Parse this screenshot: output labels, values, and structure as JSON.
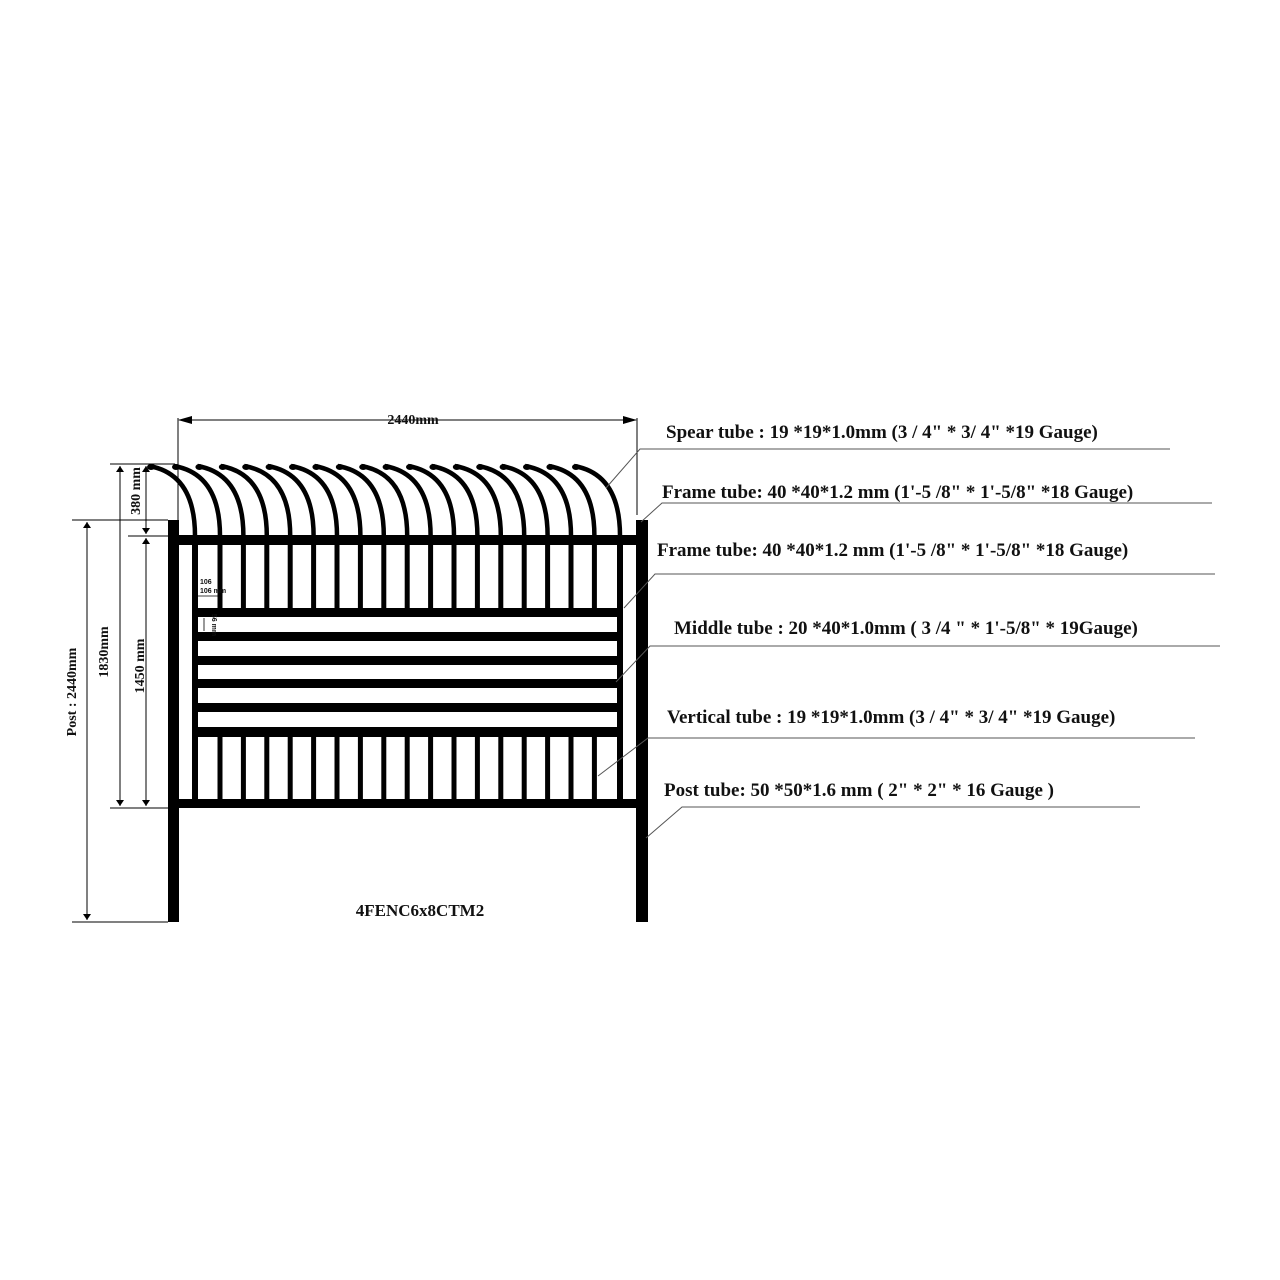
{
  "dimensions": {
    "width": "2440mm",
    "spear_height": "380 mm",
    "post_height": "Post : 2440mm",
    "fence_height": "1830mm",
    "panel_height": "1450 mm",
    "bar_spacing": "106 mm",
    "rail_spacing": "56 mm"
  },
  "annotations": [
    {
      "label": "Spear tube : 19 *19*1.0mm (3 / 4\" * 3/ 4\" *19 Gauge)"
    },
    {
      "label": "Frame tube: 40 *40*1.2 mm (1'-5 /8\" * 1'-5/8\" *18 Gauge)"
    },
    {
      "label": "Frame tube: 40 *40*1.2 mm (1'-5 /8\" * 1'-5/8\" *18 Gauge)"
    },
    {
      "label": "Middle tube : 20 *40*1.0mm ( 3 /4 \" * 1'-5/8\" * 19Gauge)"
    },
    {
      "label": "Vertical tube : 19 *19*1.0mm (3 / 4\" * 3/ 4\" *19 Gauge)"
    },
    {
      "label": "Post tube: 50 *50*1.6 mm  ( 2\" * 2\" * 16 Gauge )"
    }
  ],
  "model_code": "4FENC6x8CTM2",
  "colors": {
    "line": "#000000",
    "background": "#ffffff"
  }
}
